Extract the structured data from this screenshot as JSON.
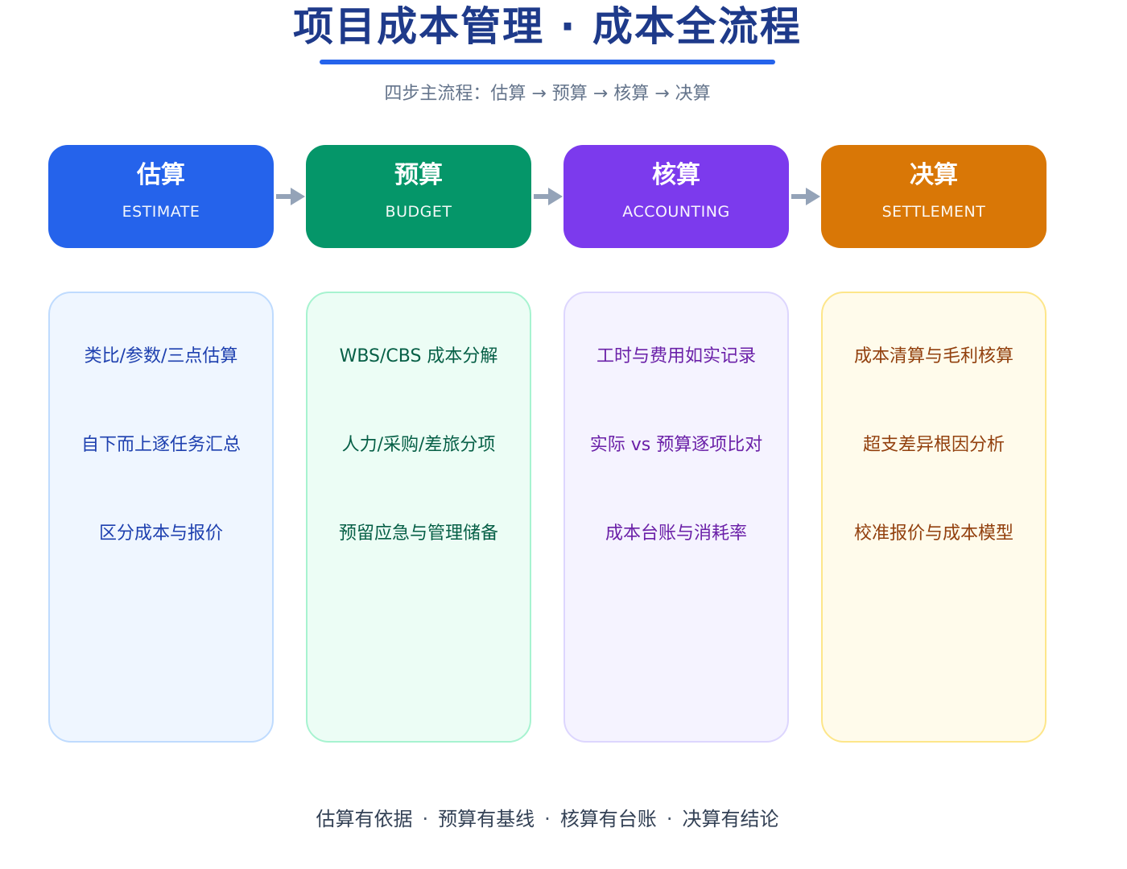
{
  "header": {
    "title": "项目成本管理 · 成本全流程",
    "subtitle": "四步主流程：估算 → 预算 → 核算 → 决算"
  },
  "colors": {
    "title": "#1e3a8a",
    "underline": "#2563eb",
    "arrow": "#94a3b8"
  },
  "steps": [
    {
      "name": "估算",
      "en": "ESTIMATE",
      "color": "#2563eb",
      "card_bg": "#eff6ff",
      "card_border": "#bfdbfe",
      "text_color": "#1e40af",
      "items": [
        "类比/参数/三点估算",
        "自下而上逐任务汇总",
        "区分成本与报价"
      ]
    },
    {
      "name": "预算",
      "en": "BUDGET",
      "color": "#059669",
      "card_bg": "#ecfdf5",
      "card_border": "#a7f3d0",
      "text_color": "#065f46",
      "items": [
        "WBS/CBS 成本分解",
        "人力/采购/差旅分项",
        "预留应急与管理储备"
      ]
    },
    {
      "name": "核算",
      "en": "ACCOUNTING",
      "color": "#7c3aed",
      "card_bg": "#f5f3ff",
      "card_border": "#ddd6fe",
      "text_color": "#6b21a8",
      "items": [
        "工时与费用如实记录",
        "实际 vs 预算逐项比对",
        "成本台账与消耗率"
      ]
    },
    {
      "name": "决算",
      "en": "SETTLEMENT",
      "color": "#d97706",
      "card_bg": "#fffbeb",
      "card_border": "#fde68a",
      "text_color": "#92400e",
      "items": [
        "成本清算与毛利核算",
        "超支差异根因分析",
        "校准报价与成本模型"
      ]
    }
  ],
  "footer": {
    "parts": [
      "估算有依据",
      "预算有基线",
      "核算有台账",
      "决算有结论"
    ],
    "separator": "·"
  }
}
